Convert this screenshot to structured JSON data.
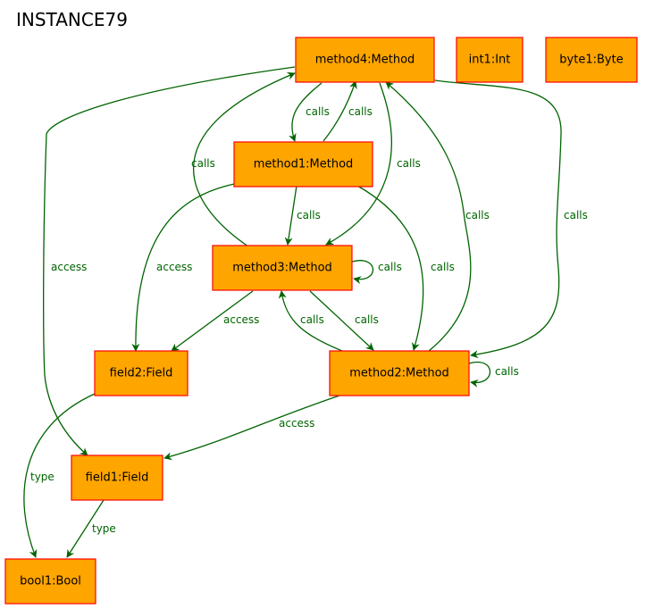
{
  "title": "INSTANCE79",
  "colors": {
    "node_fill": "#ffa500",
    "node_border": "#ff0000",
    "edge": "#006400"
  },
  "nodes": [
    {
      "id": "method4",
      "label": "method4:Method"
    },
    {
      "id": "int1",
      "label": "int1:Int"
    },
    {
      "id": "byte1",
      "label": "byte1:Byte"
    },
    {
      "id": "method1",
      "label": "method1:Method"
    },
    {
      "id": "method3",
      "label": "method3:Method"
    },
    {
      "id": "field2",
      "label": "field2:Field"
    },
    {
      "id": "method2",
      "label": "method2:Method"
    },
    {
      "id": "field1",
      "label": "field1:Field"
    },
    {
      "id": "bool1",
      "label": "bool1:Bool"
    }
  ],
  "edges": [
    {
      "from": "method4",
      "to": "method1",
      "label": "calls"
    },
    {
      "from": "method1",
      "to": "method4",
      "label": "calls"
    },
    {
      "from": "method3",
      "to": "method4",
      "label": "calls"
    },
    {
      "from": "method4",
      "to": "method3",
      "label": "calls"
    },
    {
      "from": "method2",
      "to": "method4",
      "label": "calls"
    },
    {
      "from": "method4",
      "to": "method2",
      "label": "calls"
    },
    {
      "from": "method4",
      "to": "field1",
      "label": "access"
    },
    {
      "from": "method1",
      "to": "field2",
      "label": "access"
    },
    {
      "from": "method1",
      "to": "method3",
      "label": "calls"
    },
    {
      "from": "method1",
      "to": "method2",
      "label": "calls"
    },
    {
      "from": "method3",
      "to": "method3",
      "label": "calls"
    },
    {
      "from": "method3",
      "to": "field2",
      "label": "access"
    },
    {
      "from": "method2",
      "to": "method3",
      "label": "calls"
    },
    {
      "from": "method3",
      "to": "method2",
      "label": "calls"
    },
    {
      "from": "method2",
      "to": "method2",
      "label": "calls"
    },
    {
      "from": "method2",
      "to": "field1",
      "label": "access"
    },
    {
      "from": "field2",
      "to": "bool1",
      "label": "type"
    },
    {
      "from": "field1",
      "to": "bool1",
      "label": "type"
    }
  ]
}
